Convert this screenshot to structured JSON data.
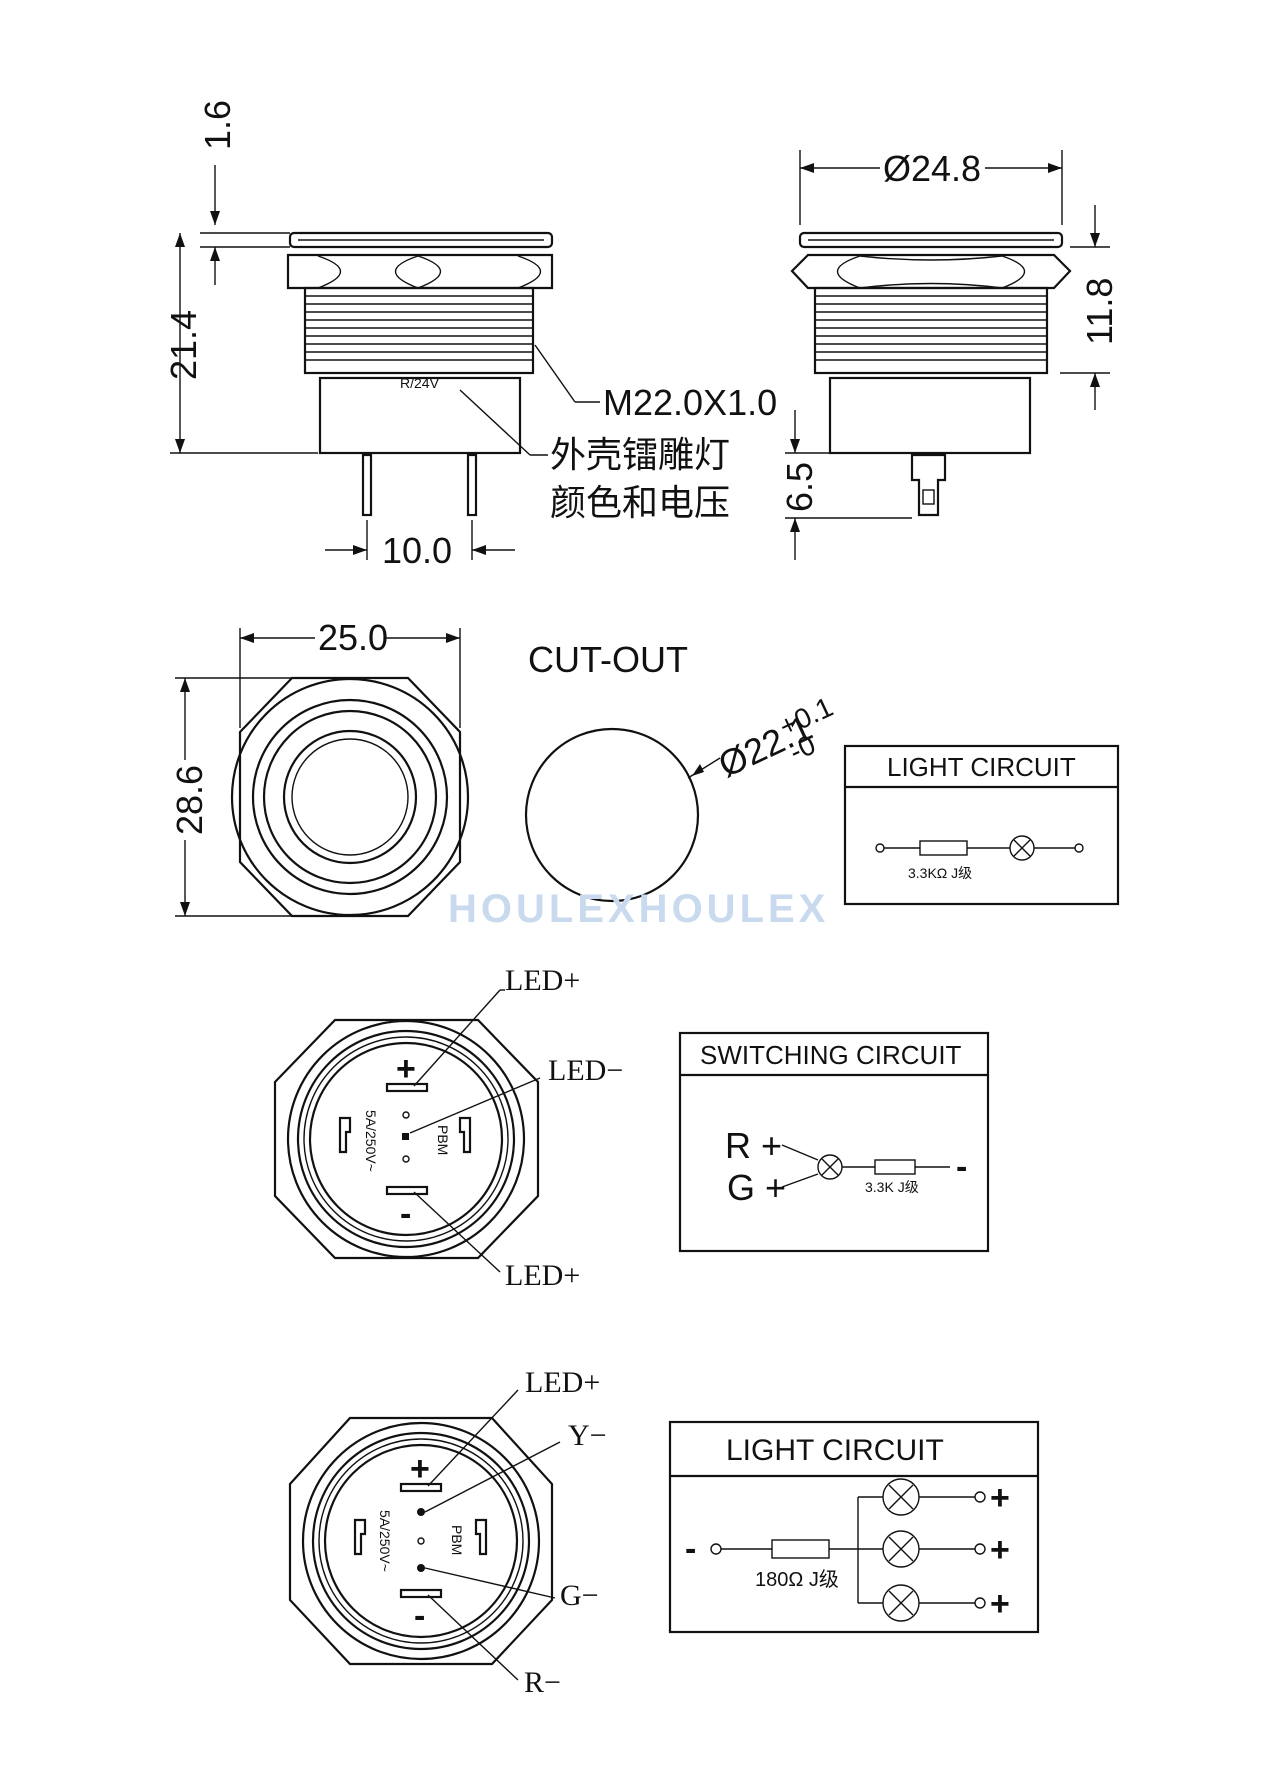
{
  "side_view": {
    "dim_cap_thickness": "1.6",
    "dim_total_height": "21.4",
    "dim_pin_pitch": "10.0",
    "thread_spec": "M22.0X1.0",
    "body_marking": "R/24V",
    "note_line1": "外壳镭雕灯",
    "note_line2": "颜色和电压"
  },
  "front_side_view": {
    "dim_diameter": "Ø24.8",
    "dim_thread_length": "11.8",
    "dim_pin_length": "6.5"
  },
  "top_view": {
    "dim_width": "25.0",
    "dim_across_corners": "28.6"
  },
  "cutout": {
    "title": "CUT-OUT",
    "dim_diameter": "Ø22.1",
    "tol_plus": "+0.1",
    "tol_minus": "-0"
  },
  "light_circuit_1": {
    "title": "LIGHT CIRCUIT",
    "resistor_label": "3.3KΩ J级"
  },
  "watermark": "HOULEXHOULEX",
  "pinout_1": {
    "label_led_plus_top": "LED+",
    "label_led_minus": "LED−",
    "label_led_plus_bottom": "LED+",
    "sign_plus": "+",
    "sign_minus": "-",
    "rating": "5A/250V~",
    "brand_code": "PBM"
  },
  "switching_circuit": {
    "title": "SWITCHING CIRCUIT",
    "r_label": "R +",
    "g_label": "G +",
    "resistor_label": "3.3K J级",
    "minus_sign": "-"
  },
  "pinout_2": {
    "label_led_plus": "LED+",
    "label_y_minus": "Y−",
    "label_g_minus": "G−",
    "label_r_minus": "R−",
    "sign_plus": "+",
    "sign_minus": "-",
    "rating": "5A/250V~",
    "brand_code": "PBM"
  },
  "light_circuit_2": {
    "title": "LIGHT CIRCUIT",
    "minus_sign": "-",
    "resistor_label": "180Ω J级",
    "plus_1": "+",
    "plus_2": "+",
    "plus_3": "+"
  }
}
